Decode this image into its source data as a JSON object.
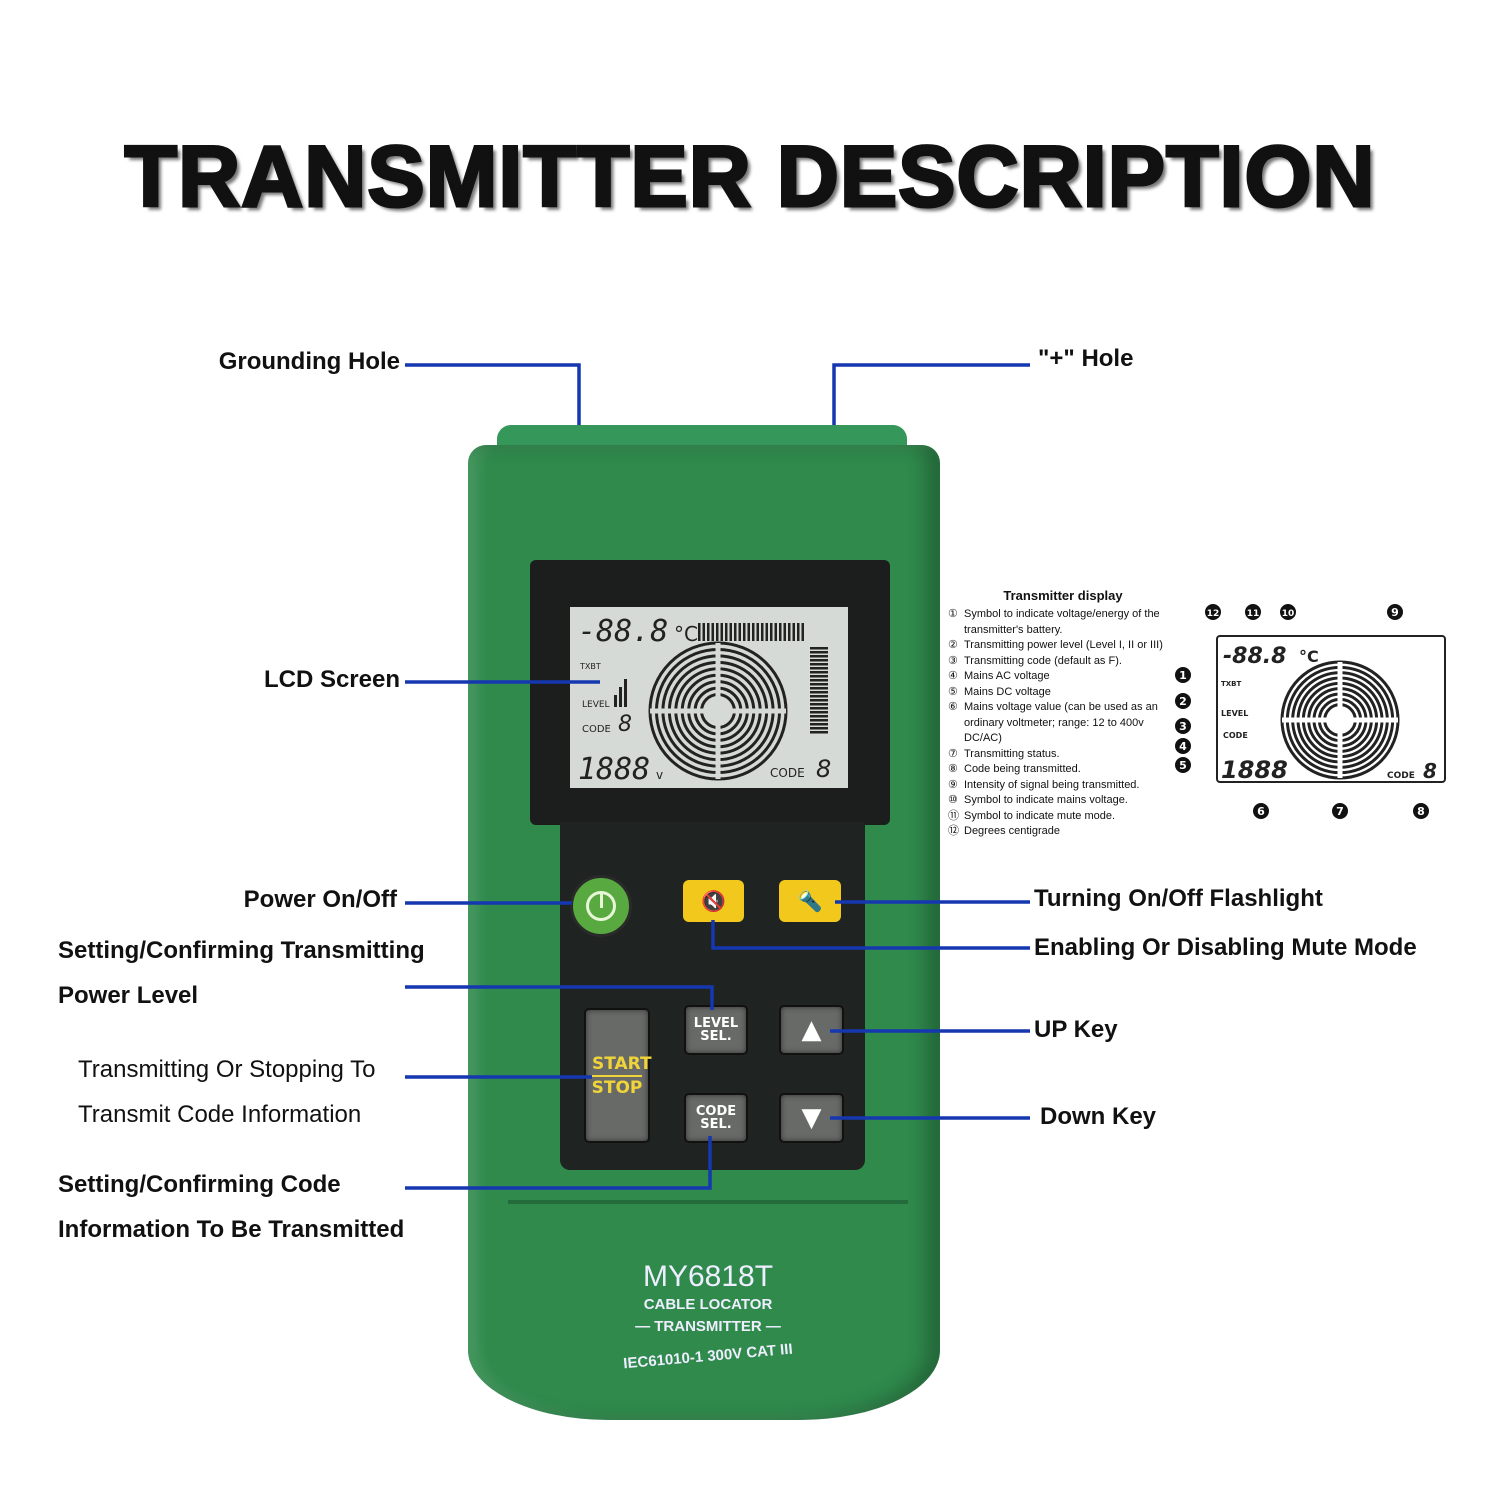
{
  "title": "TRANSMITTER DESCRIPTION",
  "callouts": {
    "grounding_hole": "Grounding Hole",
    "plus_hole": "\"+\" Hole",
    "lcd_screen": "LCD Screen",
    "power": "Power On/Off",
    "power_level_1": "Setting/Confirming Transmitting",
    "power_level_2": "Power Level",
    "transmit_1": "Transmitting Or Stopping To",
    "transmit_2": "Transmit Code Information",
    "code_1": "Setting/Confirming Code",
    "code_2": "Information To Be Transmitted",
    "flashlight": "Turning On/Off Flashlight",
    "mute": "Enabling Or Disabling Mute Mode",
    "up": "UP Key",
    "down": "Down Key"
  },
  "device": {
    "keys": {
      "level": [
        "LEVEL",
        "SEL."
      ],
      "code": [
        "CODE",
        "SEL."
      ],
      "start": "START",
      "stop": "STOP"
    },
    "model": "MY6818T",
    "subtitle": "CABLE LOCATOR",
    "type": "— TRANSMITTER —",
    "rating": "IEC61010-1  300V CAT III"
  },
  "lcd": {
    "temp": "-88.8",
    "unit": "°C",
    "battery": "TXBT",
    "level": "LEVEL",
    "code": "CODE",
    "code_digit": "8",
    "volts": "1888",
    "volt_unit": "v"
  },
  "legend": {
    "title": "Transmitter display",
    "items": [
      {
        "n": "①",
        "text": "Symbol to indicate voltage/energy of the transmitter's battery."
      },
      {
        "n": "②",
        "text": "Transmitting power level (Level I, II or III)"
      },
      {
        "n": "③",
        "text": "Transmitting code (default as F)."
      },
      {
        "n": "④",
        "text": "Mains AC voltage"
      },
      {
        "n": "⑤",
        "text": "Mains DC voltage"
      },
      {
        "n": "⑥",
        "text": "Mains voltage value (can be used as an ordinary voltmeter; range: 12 to 400v DC/AC)"
      },
      {
        "n": "⑦",
        "text": "Transmitting status."
      },
      {
        "n": "⑧",
        "text": "Code being transmitted."
      },
      {
        "n": "⑨",
        "text": "Intensity of signal being transmitted."
      },
      {
        "n": "⑩",
        "text": "Symbol to indicate mains voltage."
      },
      {
        "n": "⑪",
        "text": "Symbol to indicate mute mode."
      },
      {
        "n": "⑫",
        "text": "Degrees centigrade"
      }
    ]
  },
  "markers": [
    "1",
    "2",
    "3",
    "4",
    "5",
    "6",
    "7",
    "8",
    "9",
    "10",
    "11",
    "12"
  ],
  "colors": {
    "leader_line": "#1537b0",
    "body": "#2f8a4c",
    "button_yellow": "#f2c81c"
  }
}
